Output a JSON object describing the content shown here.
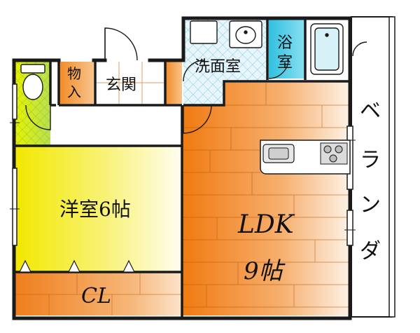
{
  "rooms": {
    "western_room": "洋室6帖",
    "closet": "CL",
    "ldk": "LDK",
    "ldk_size": "9帖",
    "washroom": "洗面室",
    "bath_line1": "浴",
    "bath_line2": "室",
    "entrance": "玄関",
    "storage_line1": "物",
    "storage_line2": "入",
    "veranda_chars": [
      "ベ",
      "ラ",
      "ン",
      "ダ"
    ]
  },
  "colors": {
    "wall": "#1a1a1a",
    "western_room_fill": "#f5f23a",
    "ldk_fill": "#f28a24",
    "closet_fill": "#f08a2a",
    "toilet_fill": "#c8e63a",
    "bath_fill": "#44c8e0",
    "washroom_tile": "#bfe6f2",
    "floor_light": "#ffffff"
  }
}
